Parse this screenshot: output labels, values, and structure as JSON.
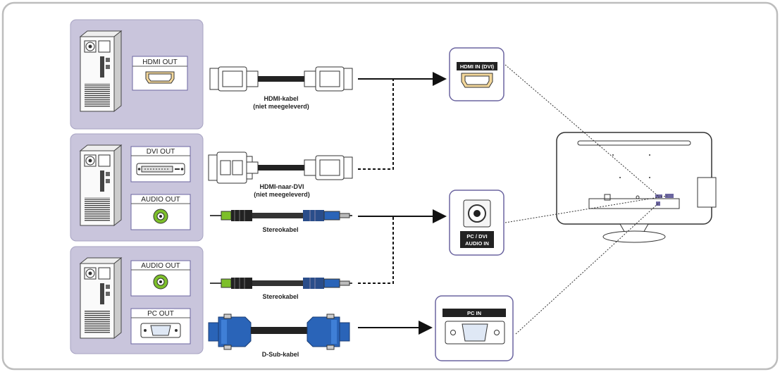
{
  "pc_ports": {
    "hdmi_out": "HDMI OUT",
    "dvi_out": "DVI OUT",
    "audio_out_1": "AUDIO OUT",
    "audio_out_2": "AUDIO OUT",
    "pc_out": "PC OUT"
  },
  "cables": {
    "hdmi_name": "HDMI-kabel",
    "hdmi_note": "(niet meegeleverd)",
    "hdmi_dvi_name": "HDMI-naar-DVI",
    "hdmi_dvi_note": "(niet meegeleverd)",
    "stereo_1": "Stereokabel",
    "stereo_2": "Stereokabel",
    "dsub": "D-Sub-kabel"
  },
  "monitor_ports": {
    "hdmi_in": "HDMI IN (DVI)",
    "audio_in_line1": "PC / DVI",
    "audio_in_line2": "AUDIO IN",
    "pc_in": "PC IN"
  },
  "colors": {
    "panel": "#c9c5dc",
    "panel_border": "#a7a3c2",
    "port_box_border": "#6b65a0",
    "audio_green": "#7dbf2a",
    "vga_blue": "#2a64b8",
    "frame": "#bdbdbd"
  }
}
